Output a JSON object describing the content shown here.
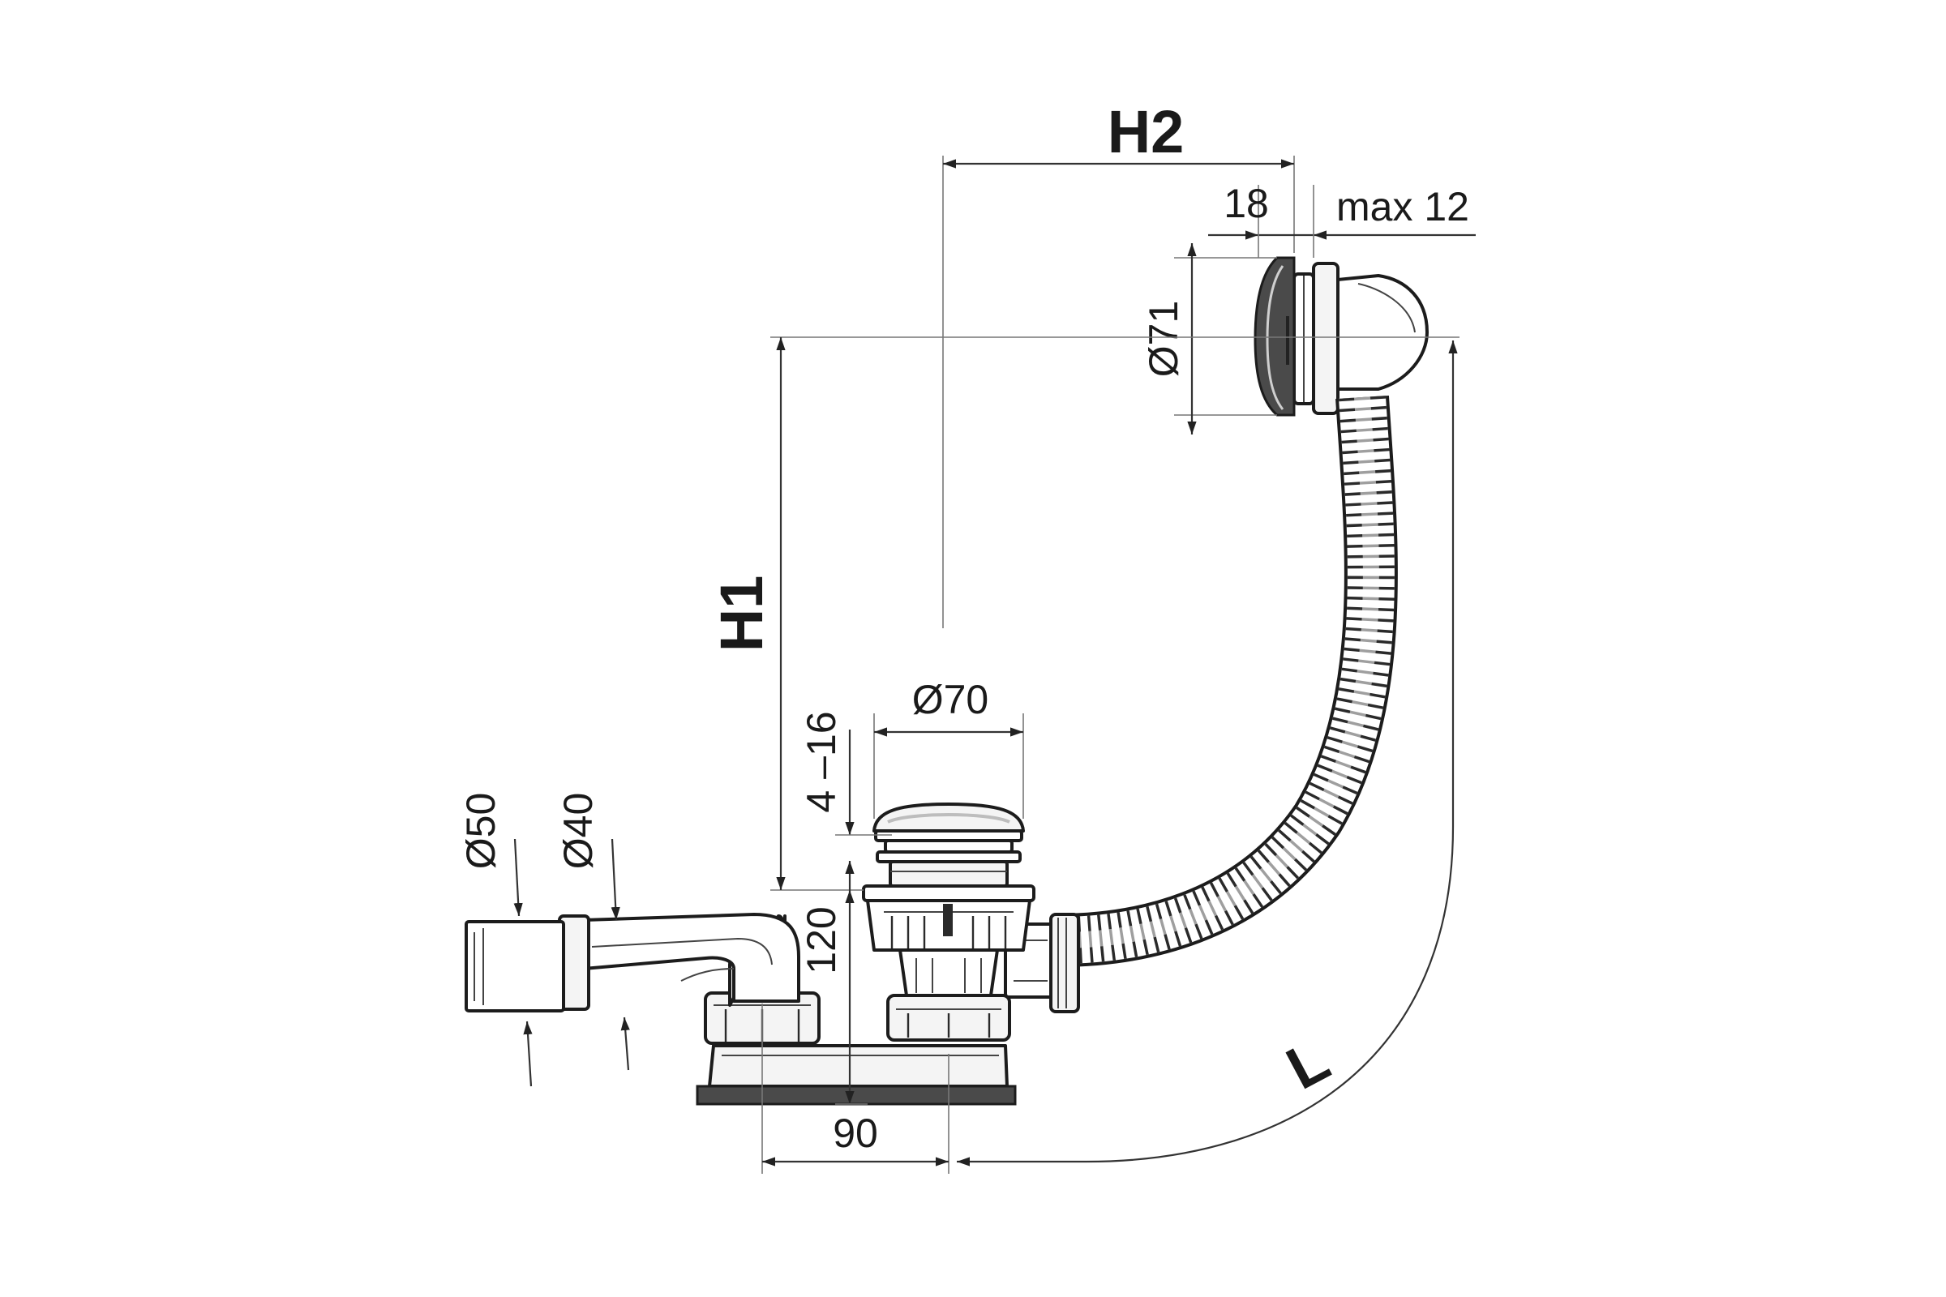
{
  "labels": {
    "h2": "H2",
    "h1": "H1",
    "l": "L",
    "d71": "Ø71",
    "d70": "Ø70",
    "d50": "Ø50",
    "d40": "Ø40",
    "dim18": "18",
    "max12": "max 12",
    "range": "4 –16",
    "dim120": "120",
    "dim90": "90"
  },
  "colors": {
    "line": "#1c1c1c",
    "fill": "#f4f4f4",
    "base": "#4a4a4a"
  }
}
